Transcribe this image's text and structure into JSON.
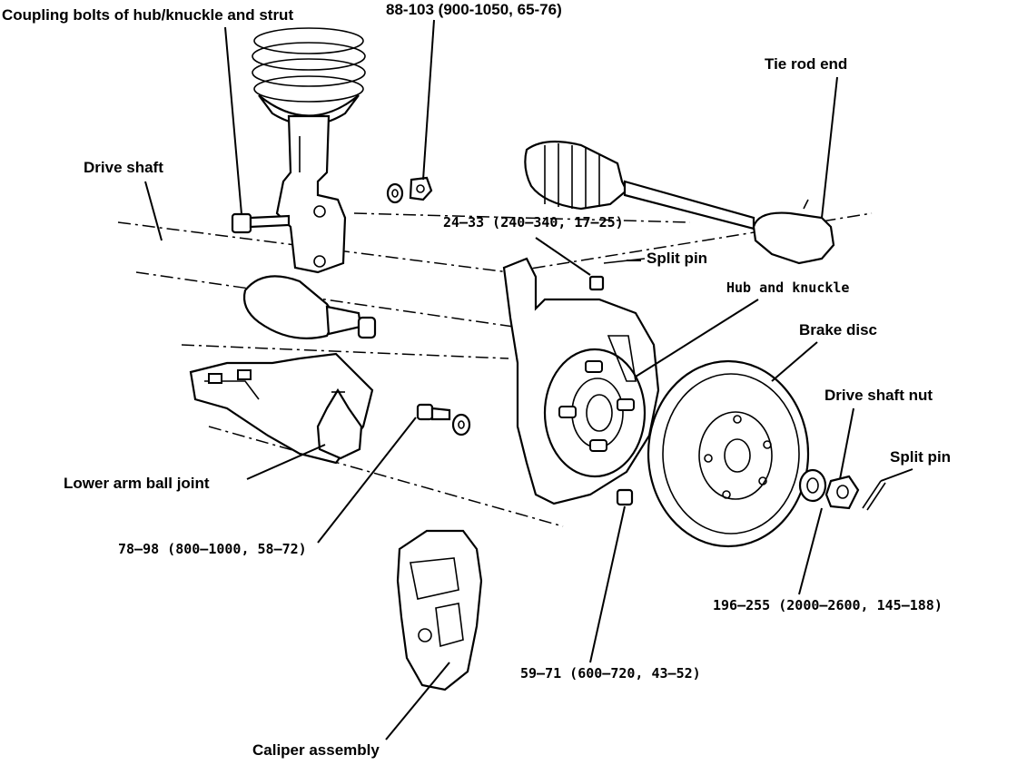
{
  "diagram": {
    "labels": {
      "coupling_bolts": "Coupling bolts of hub/knuckle and strut",
      "torque_strut": "88-103 (900-1050, 65-76)",
      "tie_rod_end": "Tie rod end",
      "drive_shaft": "Drive shaft",
      "torque_tie_rod": "24—33 (240—340, 17—25)",
      "split_pin_top": "Split pin",
      "hub_and_knuckle": "Hub and knuckle",
      "brake_disc": "Brake disc",
      "drive_shaft_nut": "Drive shaft nut",
      "split_pin_right": "Split pin",
      "lower_arm_ball_joint": "Lower arm ball joint",
      "torque_ball_joint": "78—98 (800—1000, 58—72)",
      "torque_shaft_nut": "196—255 (2000—2600, 145—188)",
      "torque_caliper": "59—71 (600—720, 43—52)",
      "caliper_assembly": "Caliper assembly"
    }
  }
}
